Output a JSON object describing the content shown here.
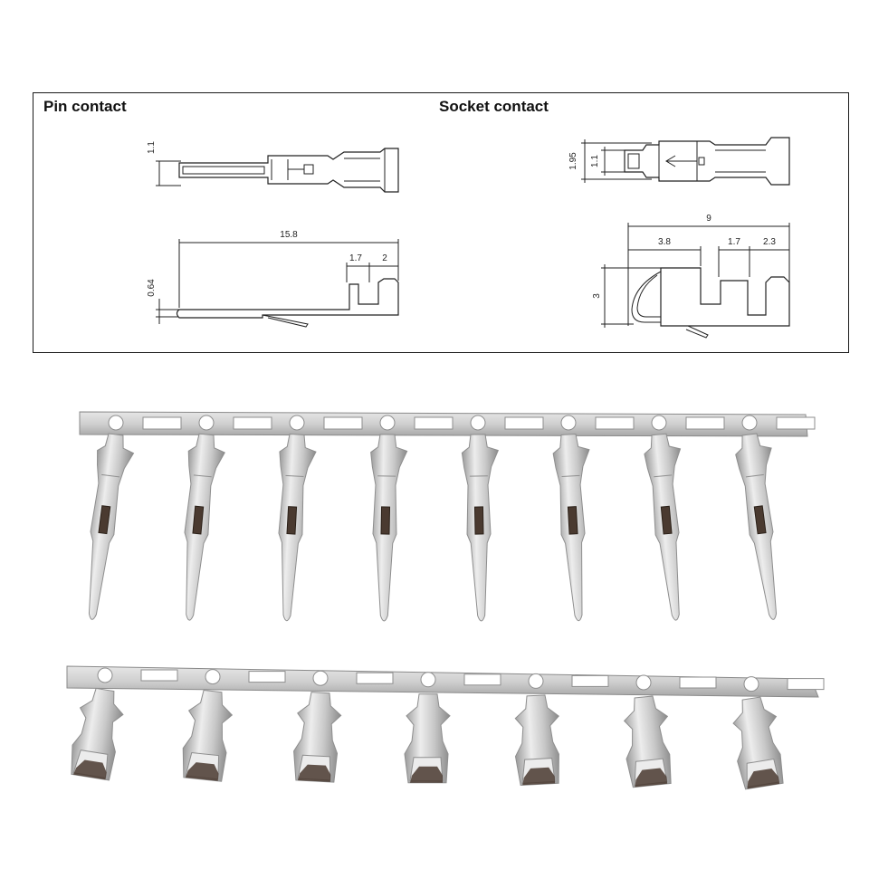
{
  "headings": {
    "pin": "Pin contact",
    "socket": "Socket contact"
  },
  "pin_dimensions": {
    "height_top": "1.1",
    "length": "15.8",
    "crimp_1": "1.7",
    "crimp_2": "2",
    "thickness": "0.64"
  },
  "socket_dimensions": {
    "outer_height": "1.95",
    "inner_height": "1.1",
    "length": "9",
    "front": "3.8",
    "crimp_1": "1.7",
    "crimp_2": "2.3",
    "height_side": "3"
  },
  "photo": {
    "pin_strip_count": 8,
    "socket_strip_count": 7,
    "colors": {
      "metal": "#c9c9c9",
      "metal_dark": "#8e8e8e",
      "metal_light": "#ececec",
      "contact": "#4a3a30"
    }
  }
}
